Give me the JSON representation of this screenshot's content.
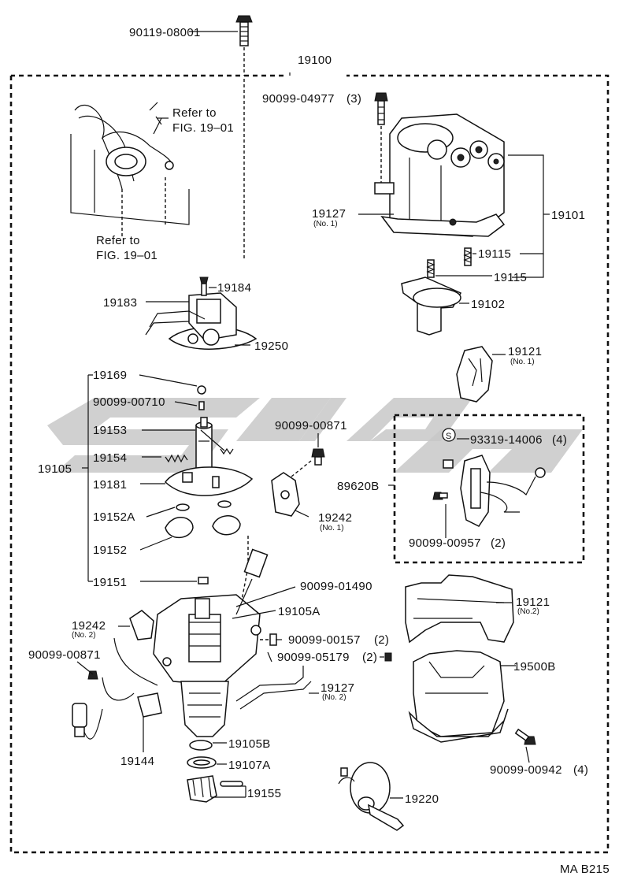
{
  "figure_code": "MA B215",
  "parts": {
    "bolt_top": "90119-08001",
    "assembly": "19100",
    "screw_cap": "90099-04977",
    "screw_cap_qty": "(3)",
    "refer_a_1": "Refer to",
    "refer_a_2": "FIG. 19–01",
    "refer_b_1": "Refer to",
    "refer_b_2": "FIG. 19–01",
    "gasket_cap": "19127",
    "gasket_cap_sub": "(No. 1)",
    "cap_assy": "19101",
    "spring_a": "19115",
    "spring_b": "19115",
    "rotor": "19102",
    "clip_19184": "19184",
    "pickup_19183": "19183",
    "breaker_plate": "19250",
    "cover_19121a": "19121",
    "cover_19121a_sub": "(No. 1)",
    "p19169": "19169",
    "p90099_00710": "90099-00710",
    "p19153": "19153",
    "p19154": "19154",
    "group_19105": "19105",
    "p19181": "19181",
    "p19152a": "19152A",
    "p19152": "19152",
    "p19151": "19151",
    "p90099_00871a": "90099-00871",
    "p19242a": "19242",
    "p19242a_sub": "(No. 1)",
    "s_symbol": "S",
    "p93319": "93319-14006",
    "p93319_qty": "(4)",
    "p89620b": "89620B",
    "p90099_00957": "90099-00957",
    "p90099_00957_qty": "(2)",
    "p90099_01490": "90099-01490",
    "p19121b": "19121",
    "p19121b_sub": "(No.2)",
    "p19105a": "19105A",
    "p19242b": "19242",
    "p19242b_sub": "(No. 2)",
    "p90099_00157": "90099-00157",
    "p90099_00157_qty": "(2)",
    "p90099_05179": "90099-05179",
    "p90099_05179_qty": "(2)",
    "p90099_00871b": "90099-00871",
    "p19500b": "19500B",
    "p19127b": "19127",
    "p19127b_sub": "(No. 2)",
    "p19144": "19144",
    "p19105b": "19105B",
    "p19107a": "19107A",
    "p90099_00942": "90099-00942",
    "p90099_00942_qty": "(4)",
    "p19155": "19155",
    "p19220": "19220"
  }
}
